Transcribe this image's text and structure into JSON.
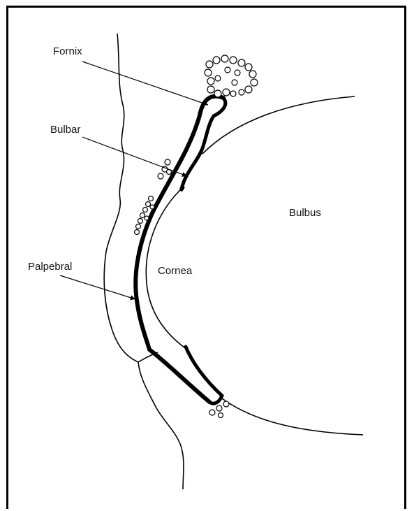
{
  "labels": {
    "fornix": "Fornix",
    "bulbar": "Bulbar",
    "palpebral": "Palpebral",
    "cornea": "Cornea",
    "bulbus": "Bulbus"
  }
}
